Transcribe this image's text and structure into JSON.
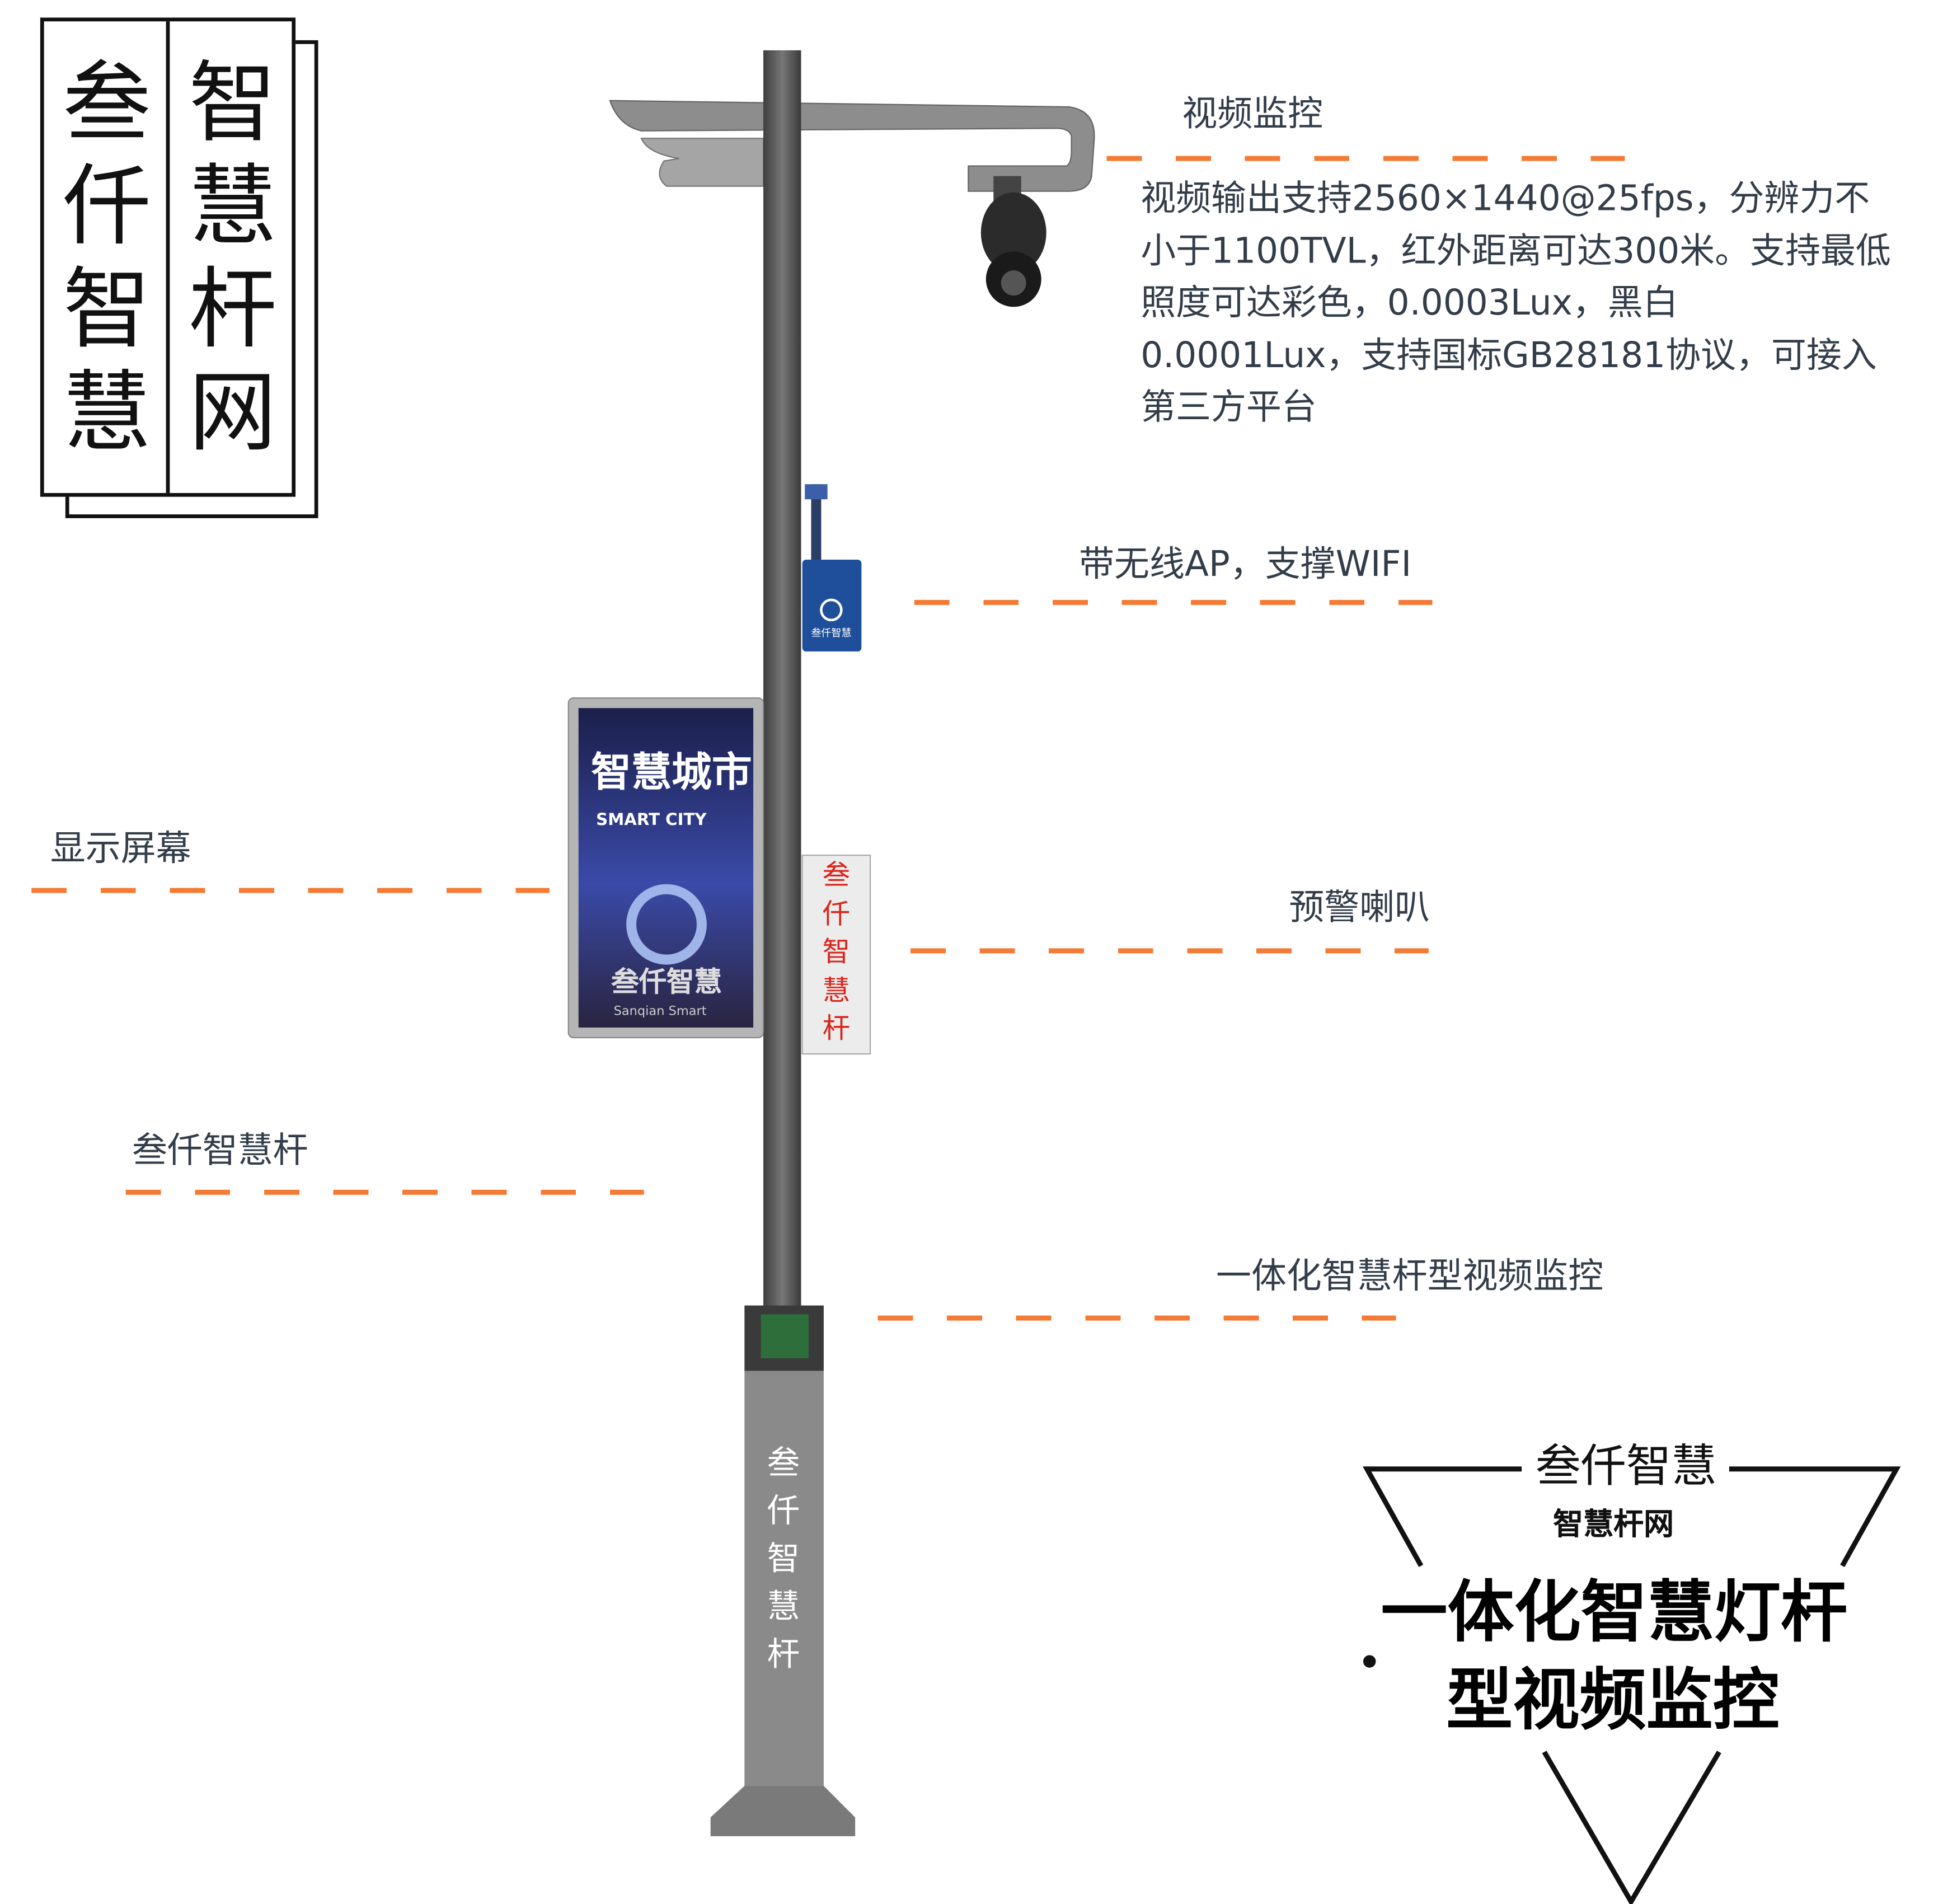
{
  "logo": {
    "left_column": [
      "叁",
      "仟",
      "智",
      "慧"
    ],
    "right_column": [
      "智",
      "慧",
      "杆",
      "网"
    ]
  },
  "callouts": {
    "camera": {
      "title": "视频监控",
      "description": "视频输出支持2560×1440@25fps，分辨力不小于1100TVL，红外距离可达300米。支持最低照度可达彩色，0.0003Lux，黑白0.0001Lux，支持国标GB28181协议，可接入第三方平台"
    },
    "wifi": {
      "title": "带无线AP，支撑WIFI"
    },
    "screen": {
      "title": "显示屏幕"
    },
    "speaker": {
      "title": "预警喇叭"
    },
    "pole": {
      "title": "叁仟智慧杆"
    },
    "integrated": {
      "title": "一体化智慧杆型视频监控"
    }
  },
  "pole_graphics": {
    "screen_title": "智慧城市",
    "screen_subtitle": "SMART CITY",
    "screen_brand": "叁仟智慧",
    "screen_brand_en": "Sanqian Smart",
    "ap_brand": "叁仟智慧",
    "speaker_text": [
      "叁",
      "仟",
      "智",
      "慧",
      "杆"
    ],
    "base_text": [
      "叁",
      "仟",
      "智",
      "慧",
      "杆"
    ]
  },
  "badge": {
    "brand": "叁仟智慧",
    "sub": "智慧杆网",
    "headline_1": "一体化智慧灯杆",
    "headline_2": "型视频监控"
  },
  "colors": {
    "accent_dash": "#f47a35",
    "text": "#333d4a",
    "pole": "#5c5c5c",
    "base": "#8a8a8a",
    "speaker_text": "#d9241b",
    "ap_box": "#1f4f9a"
  }
}
